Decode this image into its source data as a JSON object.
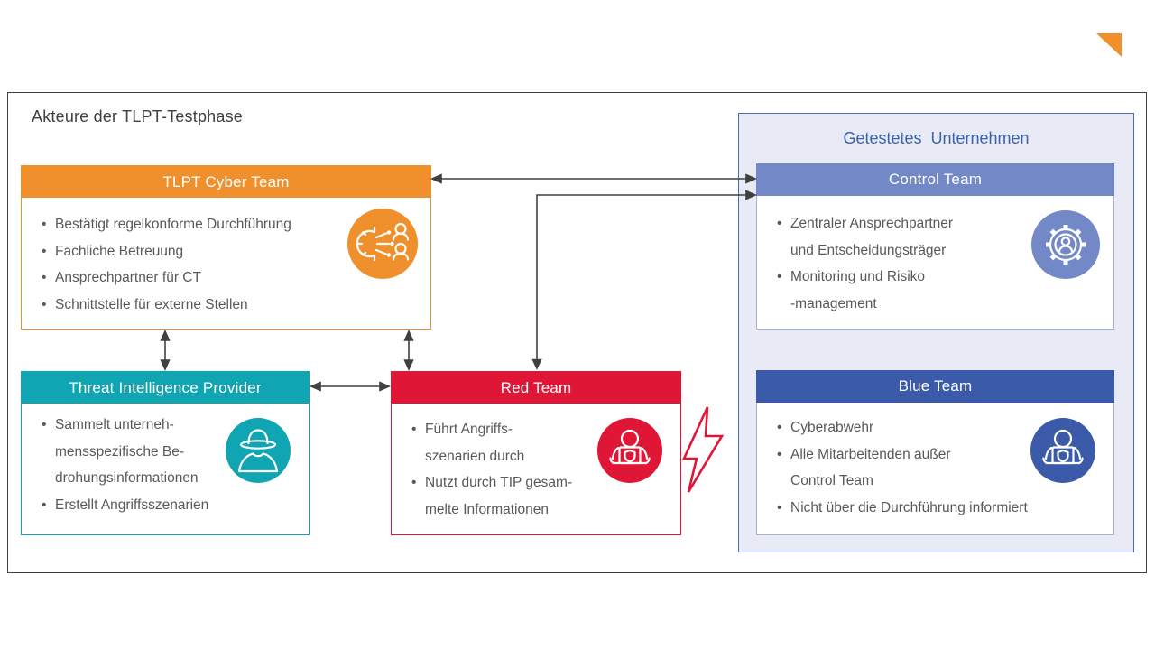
{
  "slide": {
    "title": "Akteure der TLPT-Testphase",
    "panel_title": "Getestetes Unternehmen"
  },
  "boxes": {
    "tlpt_cyber_team": {
      "title": "TLPT Cyber Team",
      "accent_color": "#F0902D",
      "icon": "gear-network-people-icon",
      "bullets": [
        "Bestätigt regelkonforme Durchführung",
        "Fachliche Betreuung",
        "Ansprechpartner für CT",
        "Schnittstelle für externe Stellen"
      ]
    },
    "threat_intelligence_provider": {
      "title": "Threat Intelligence Provider",
      "accent_color": "#0FA5B2",
      "icon": "spy-hat-icon",
      "bullets": [
        "Sammelt unterneh-\nmensspezifische Be-\ndrohungsinformationen",
        "Erstellt Angriffsszenarien"
      ]
    },
    "red_team": {
      "title": "Red Team",
      "accent_color": "#E01637",
      "icon": "hacker-laptop-shield-icon",
      "bullets": [
        "Führt Angriffs-\nszenarien durch",
        "Nutzt durch TIP gesam-\nmelte Informationen"
      ]
    },
    "control_team": {
      "title": "Control Team",
      "accent_color": "#7389C7",
      "icon": "gear-person-icon",
      "bullets": [
        "Zentraler Ansprechpartner\nund Entscheidungsträger",
        "Monitoring und Risiko\n-management"
      ]
    },
    "blue_team": {
      "title": "Blue Team",
      "accent_color": "#3B5AA9",
      "icon": "defender-laptop-shield-icon",
      "bullets": [
        "Cyberabwehr",
        "Alle Mitarbeitenden außer\nControl Team",
        "Nicht über die Durchführung informiert"
      ]
    }
  },
  "connections": [
    {
      "from": "TLPT Cyber Team",
      "to": "Control Team",
      "style": "double-arrow"
    },
    {
      "from": "Red Team",
      "to": "Control Team",
      "style": "double-arrow-elbow"
    },
    {
      "from": "TLPT Cyber Team",
      "to": "Threat Intelligence Provider",
      "style": "double-arrow"
    },
    {
      "from": "TLPT Cyber Team",
      "to": "Red Team",
      "style": "double-arrow"
    },
    {
      "from": "Threat Intelligence Provider",
      "to": "Red Team",
      "style": "double-arrow"
    },
    {
      "from": "Red Team",
      "to": "Getestetes Unternehmen",
      "style": "lightning-bolt"
    }
  ],
  "colors": {
    "frame_border": "#404040",
    "arrow": "#404040",
    "body_text": "#595959",
    "title_text": "#3F3F3F",
    "panel_bg": "#E8EBF5",
    "panel_border": "#4A6BB5",
    "panel_title_text": "#3A62B0",
    "logo_orange": "#F0902D",
    "lightning_red": "#E01637"
  }
}
